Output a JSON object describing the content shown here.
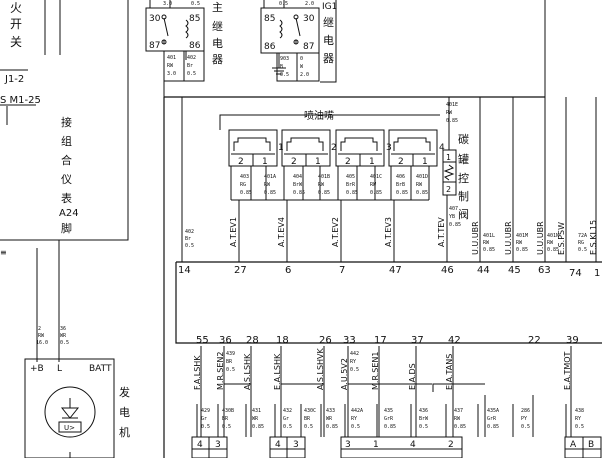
{
  "left_column": {
    "switch_chars": [
      "火",
      "开",
      "关"
    ],
    "j1_label": "J1-2",
    "m1_label": "S M1-25",
    "connect_chars": [
      "接",
      "组",
      "合",
      "仪",
      "表"
    ],
    "a24_label": "A24",
    "foot_char": "脚"
  },
  "relays": {
    "main": {
      "pins": [
        "30",
        "85",
        "87",
        "86"
      ],
      "title_chars": [
        "主",
        "继",
        "电",
        "器"
      ],
      "wires": [
        {
          "num": "401",
          "color": "RW",
          "size": "3.0"
        },
        {
          "num": "402",
          "color": "Br",
          "size": "0.5"
        }
      ],
      "top_wires": [
        {
          "size": "3.0"
        },
        {
          "size": "0.5"
        }
      ]
    },
    "ig": {
      "pins": [
        "85",
        "30",
        "86",
        "87"
      ],
      "title_chars": [
        "IG1",
        "继",
        "电",
        "器"
      ],
      "wires": [
        {
          "num": "903",
          "color": "B",
          "size": "0.5"
        },
        {
          "num": "0",
          "color": "W",
          "size": "2.0"
        }
      ],
      "top_wires": [
        {
          "size": "0.5"
        },
        {
          "size": "2.0"
        }
      ]
    }
  },
  "injectors": {
    "label": "喷油嘴",
    "numbers": [
      "1",
      "2",
      "3",
      "4"
    ],
    "items": [
      {
        "pin_l": "2",
        "pin_r": "1",
        "wire_a": {
          "num": "403",
          "color": "RG",
          "size": "0.85"
        },
        "wire_b": {
          "num": "401A",
          "color": "RW",
          "size": "0.85"
        }
      },
      {
        "pin_l": "2",
        "pin_r": "1",
        "wire_a": {
          "num": "404",
          "color": "BrW",
          "size": "0.85"
        },
        "wire_b": {
          "num": "401B",
          "color": "RW",
          "size": "0.85"
        }
      },
      {
        "pin_l": "2",
        "pin_r": "1",
        "wire_a": {
          "num": "405",
          "color": "BrR",
          "size": "0.85"
        },
        "wire_b": {
          "num": "401C",
          "color": "RW",
          "size": "0.85"
        }
      },
      {
        "pin_l": "2",
        "pin_r": "1",
        "wire_a": {
          "num": "406",
          "color": "BrB",
          "size": "0.85"
        },
        "wire_b": {
          "num": "401D",
          "color": "RW",
          "size": "0.85"
        }
      }
    ]
  },
  "canister": {
    "label_chars": [
      "碳",
      "罐",
      "控",
      "制",
      "阀"
    ],
    "pins": [
      "1",
      "2"
    ],
    "wire_top": {
      "num": "401E",
      "color": "RW",
      "size": "0.85"
    },
    "wire_bot": {
      "num": "407",
      "color": "YB",
      "size": "0.85"
    }
  },
  "upper_signals": [
    "A.T.EV1",
    "A.T.EV4",
    "A.T.EV2",
    "A.T.EV3",
    "A.T.TEV",
    "U.U.UBR",
    "U.U.UBR",
    "U.U.UBR",
    "E.S.PSW",
    "E.S.KL15"
  ],
  "upper_wires": [
    {
      "num": "402",
      "color": "Br",
      "size": "0.5"
    },
    {
      "num": "401L",
      "color": "RW",
      "size": "0.85"
    },
    {
      "num": "401M",
      "color": "RW",
      "size": "0.85"
    },
    {
      "num": "401N",
      "color": "RW",
      "size": "0.85"
    },
    {
      "num": "72A",
      "color": "RG",
      "size": "0.5"
    }
  ],
  "ecu_upper_pins": [
    "14",
    "27",
    "6",
    "7",
    "47",
    "46",
    "44",
    "45",
    "63",
    "74",
    "1"
  ],
  "ecu_lower_pins": [
    "55",
    "36",
    "28",
    "18",
    "26",
    "33",
    "17",
    "37",
    "42",
    "22",
    "39"
  ],
  "lower_signals": [
    "F.A.LSHK",
    "M.R.SEN2",
    "A.S.LSHK",
    "E.A.LSHK",
    "A.S.LSHVK",
    "A.U.5V2",
    "M.R.SEN1",
    "E.A.DS",
    "E.A.TANS",
    "E.A.TMOT"
  ],
  "lower_wires": [
    {
      "num": "439",
      "color": "BR",
      "size": "0.5"
    },
    {
      "num": "442",
      "color": "RY",
      "size": "0.5"
    }
  ],
  "bottom_wires": [
    {
      "num": "429",
      "color": "Gr",
      "size": "0.5"
    },
    {
      "num": "430B",
      "color": "BR",
      "size": "0.5"
    },
    {
      "num": "431",
      "color": "WR",
      "size": "0.85"
    },
    {
      "num": "432",
      "color": "Gr",
      "size": "0.5"
    },
    {
      "num": "430C",
      "color": "BR",
      "size": "0.5"
    },
    {
      "num": "433",
      "color": "WR",
      "size": "0.85"
    },
    {
      "num": "442A",
      "color": "RY",
      "size": "0.5"
    },
    {
      "num": "435",
      "color": "GrR",
      "size": "0.85"
    },
    {
      "num": "436",
      "color": "BrW",
      "size": "0.5"
    },
    {
      "num": "437",
      "color": "RW",
      "size": "0.85"
    },
    {
      "num": "435A",
      "color": "GrR",
      "size": "0.85"
    },
    {
      "num": "286",
      "color": "PY",
      "size": "0.5"
    },
    {
      "num": "438",
      "color": "RY",
      "size": "0.5"
    }
  ],
  "bottom_connector_pins": [
    "4",
    "3",
    "4",
    "3",
    "3",
    "1",
    "4",
    "2",
    "A",
    "B"
  ],
  "battery_wires": [
    {
      "num": "2",
      "color": "RW",
      "size": "16.0"
    },
    {
      "num": "36",
      "color": "WR",
      "size": "0.5"
    }
  ],
  "alternator": {
    "terminals": [
      "+B",
      "L",
      "BATT"
    ],
    "label_chars": [
      "发",
      "电",
      "机"
    ],
    "inner": "U>"
  },
  "ground_mark": "≡"
}
